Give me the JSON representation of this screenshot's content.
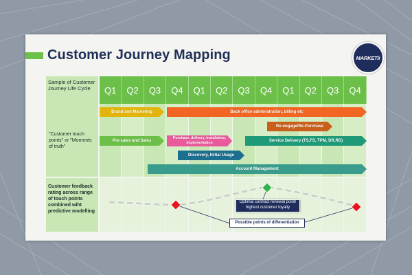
{
  "title": "Customer Journey Mapping",
  "logo_text": "MARKETli",
  "header": {
    "corner_label": "Sample of Customer Journey Life Cycle",
    "quarters": [
      "Q1",
      "Q2",
      "Q3",
      "Q4",
      "Q1",
      "Q2",
      "Q3",
      "Q4",
      "Q1",
      "Q2",
      "Q3",
      "Q4"
    ]
  },
  "rows": {
    "touch_points_label": "\"Customer touch points\" or \"Moments of truth\"",
    "feedback_label": "Customer feedback rating across range of touch points combined wiht predictive modelling"
  },
  "activities": {
    "brand_marketing": "Brand and Marketing",
    "back_office": "Back office administration, billing etc",
    "reengage": "Re-engage/Re-Purchase",
    "presales": "Pre-sales and Sales",
    "purchase": "Purchase, delivery, installation, implementation",
    "service_delivery": "Service Delivery (TS,FS, TPM, DR,RD)",
    "discovery": "Discovery, Initial Usage",
    "account_mgmt": "Account Management"
  },
  "callouts": {
    "optimal": "Optimal contract renewal point/ highest customer loyalty",
    "differentiation": "Possible points of differentiation"
  },
  "colors": {
    "green": "#6cc04a",
    "light_green": "#c8e7b4",
    "orange": "#f26522",
    "navy": "#1f2d5c"
  }
}
